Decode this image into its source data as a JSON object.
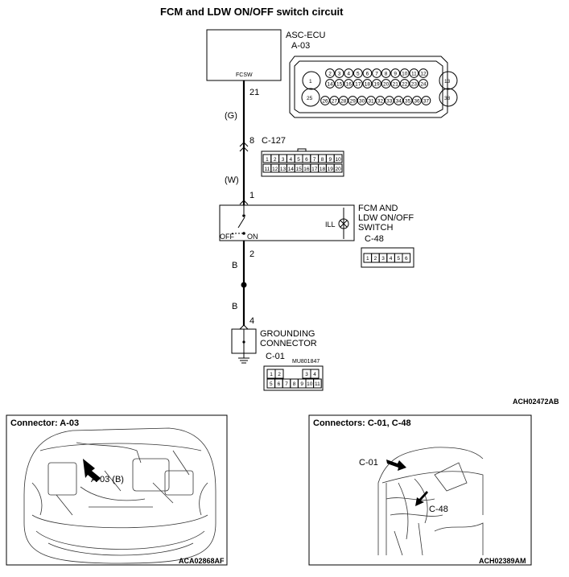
{
  "title": "FCM and LDW ON/OFF switch circuit",
  "ecu": {
    "name": "ASC-ECU",
    "connector_id": "A-03",
    "terminal_label": "FCSW",
    "terminal_pin": "21",
    "pins_row1": [
      "2",
      "3",
      "4",
      "5",
      "6",
      "7",
      "8",
      "9",
      "10",
      "11",
      "12"
    ],
    "pins_row2": [
      "14",
      "15",
      "16",
      "17",
      "18",
      "19",
      "20",
      "21",
      "22",
      "23",
      "24"
    ],
    "pins_row3": [
      "26",
      "27",
      "28",
      "29",
      "30",
      "31",
      "32",
      "33",
      "34",
      "35",
      "36",
      "37"
    ],
    "pin_1": "1",
    "pin_13": "13",
    "pin_25": "25",
    "pin_38": "38"
  },
  "wire_color_1": "(G)",
  "connector_c127": {
    "id": "C-127",
    "pin_top": "8",
    "pin_bottom": "1",
    "row1": [
      "1",
      "2",
      "3",
      "4",
      "5",
      "6",
      "7",
      "8",
      "9",
      "10"
    ],
    "row2": [
      "11",
      "12",
      "13",
      "14",
      "15",
      "16",
      "17",
      "18",
      "19",
      "20"
    ]
  },
  "wire_color_2": "(W)",
  "switch": {
    "name_line1": "FCM AND",
    "name_line2": "LDW ON/OFF",
    "name_line3": "SWITCH",
    "connector_id": "C-48",
    "off_label": "OFF",
    "on_label": "ON",
    "ill_label": "ILL",
    "pin_out": "2",
    "pins": [
      "1",
      "2",
      "3",
      "4",
      "5",
      "6"
    ]
  },
  "wire_color_3": "B",
  "wire_color_4": "B",
  "ground": {
    "pin": "4",
    "name_line1": "GROUNDING",
    "name_line2": "CONNECTOR",
    "connector_id": "C-01",
    "part_no": "MU801847",
    "row1": [
      "1",
      "2",
      "3",
      "4"
    ],
    "row2": [
      "5",
      "6",
      "7",
      "8",
      "9",
      "10",
      "11"
    ]
  },
  "diagram_code": "ACH02472AB",
  "panel_left": {
    "title": "Connector: A-03",
    "callout": "A-03 (B)",
    "code": "ACA02868AF"
  },
  "panel_right": {
    "title": "Connectors: C-01, C-48",
    "callout_1": "C-01",
    "callout_2": "C-48",
    "code": "ACH02389AM"
  }
}
